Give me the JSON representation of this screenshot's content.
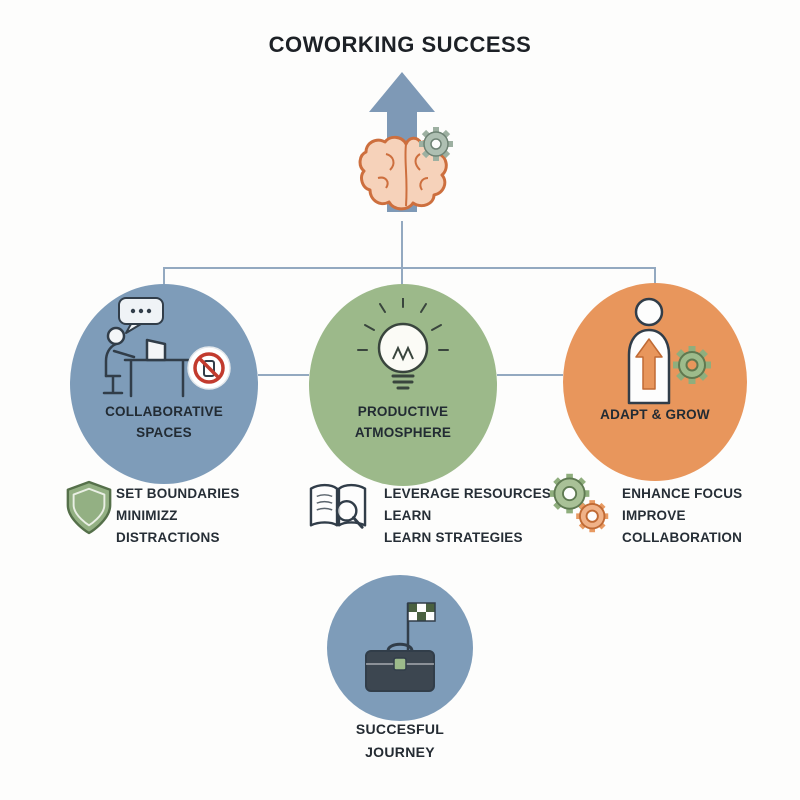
{
  "title": "COWORKING SUCCESS",
  "colors": {
    "line": "#93a9c0",
    "arrow": "#7e99b6",
    "blue": "#7e9cb9",
    "green": "#9cb98a",
    "orange": "#e8965c",
    "text": "#222b33"
  },
  "top": {
    "arrow_icon": "up-arrow-icon",
    "brain_icon": "brain-gear-icon"
  },
  "pillars": [
    {
      "name": "collaborative-spaces",
      "icon": "person-desk-chat-nophone-icon",
      "label_lines": [
        "COLLABORATIVE",
        "SPACES"
      ]
    },
    {
      "name": "productive-atmosphere",
      "icon": "lightbulb-icon",
      "label_lines": [
        "PRODUCTIVE",
        "ATMOSPHERE"
      ]
    },
    {
      "name": "adapt-grow",
      "icon": "person-grow-gear-icon",
      "label_lines": [
        "ADAPT & GROW"
      ]
    }
  ],
  "notes": [
    {
      "name": "set-boundaries",
      "icon": "shield-icon",
      "lines": [
        "SET BOUNDARIES",
        "MINIMIZZ",
        "DISTRACTIONS"
      ]
    },
    {
      "name": "leverage-resources",
      "icon": "book-magnifier-icon",
      "lines": [
        "LEVERAGE RESOURCES",
        "LEARN",
        "LEARN STRATEGIES"
      ]
    },
    {
      "name": "enhance-focus",
      "icon": "gears-icon",
      "lines": [
        "ENHANCE FOCUS",
        "IMPROVE",
        "COLLABORATION"
      ]
    }
  ],
  "footer": {
    "icon": "briefcase-flag-icon",
    "lines": [
      "SUCCESFUL",
      "JOURNEY"
    ]
  }
}
